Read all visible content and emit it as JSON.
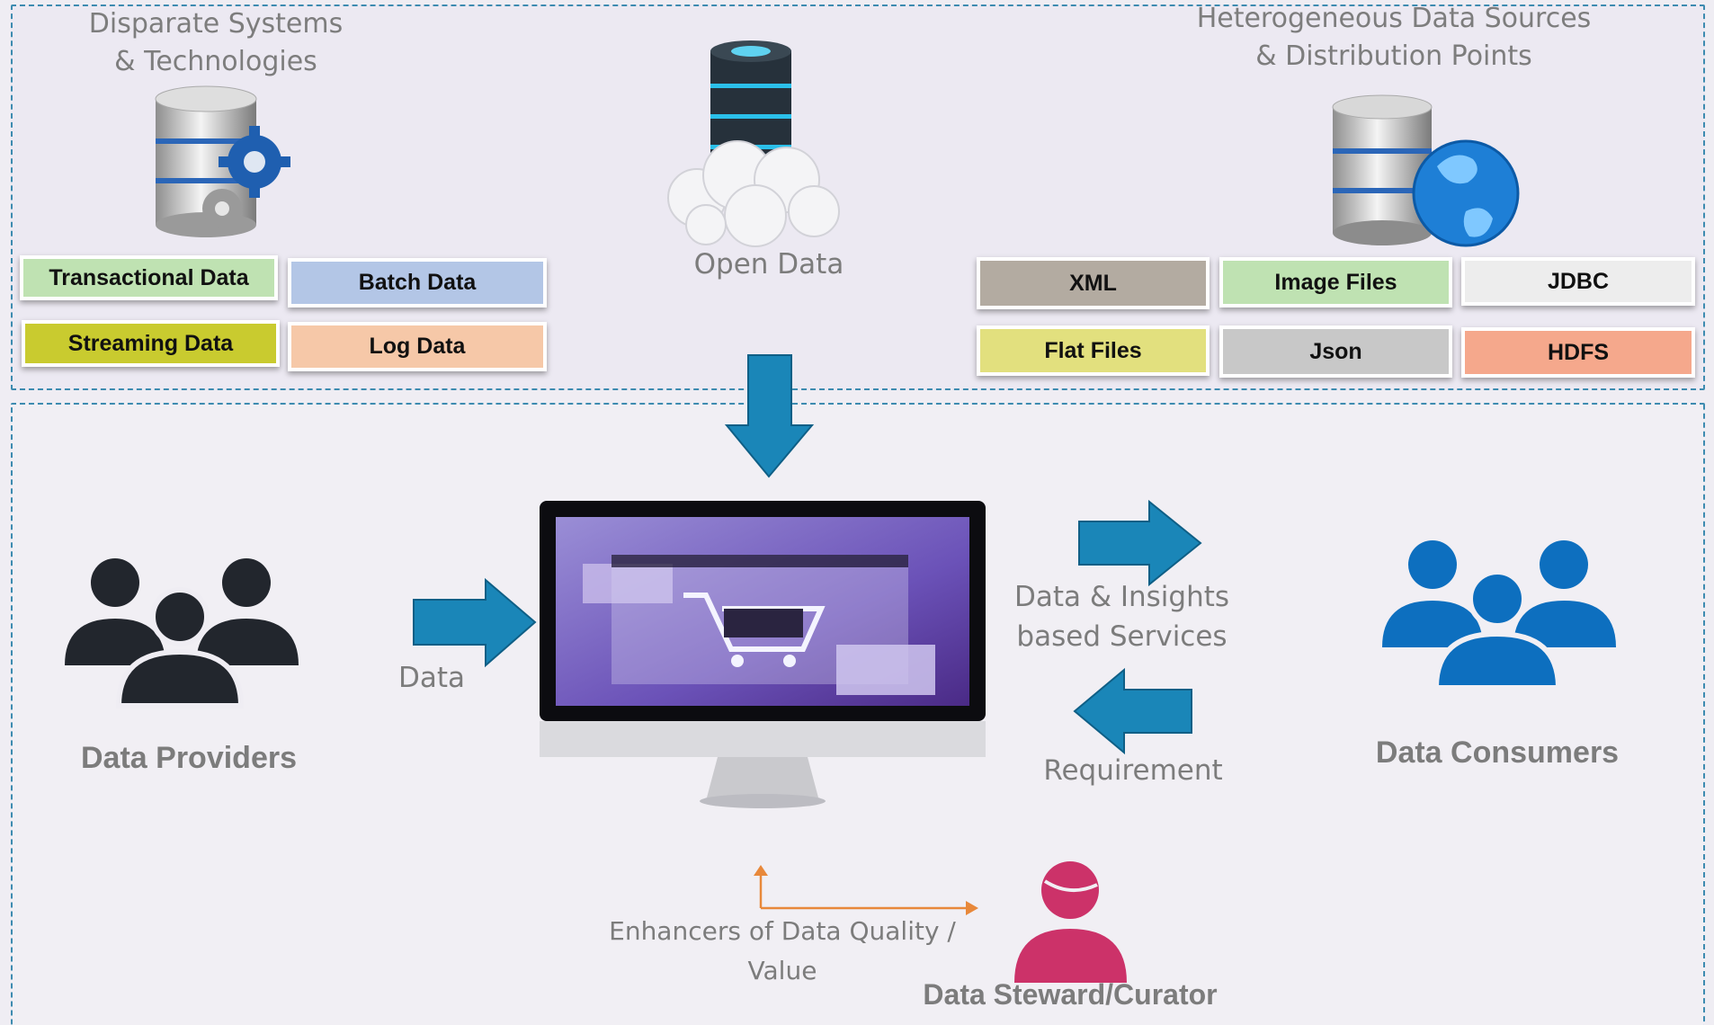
{
  "top_left": {
    "heading_line1": "Disparate Systems",
    "heading_line2": "&  Technologies",
    "tags": [
      {
        "label": "Transactional Data",
        "color": "#bfe2b2"
      },
      {
        "label": "Batch Data",
        "color": "#b3c6e6"
      },
      {
        "label": "Streaming Data",
        "color": "#c9cb2f"
      },
      {
        "label": "Log Data",
        "color": "#f6c8a8"
      }
    ]
  },
  "top_center": {
    "label": "Open Data"
  },
  "top_right": {
    "heading_line1": "Heterogeneous Data Sources",
    "heading_line2": "& Distribution Points",
    "tags": [
      {
        "label": "XML",
        "color": "#b3aba1"
      },
      {
        "label": "Image Files",
        "color": "#bfe2b2"
      },
      {
        "label": "JDBC",
        "color": "#ededed"
      },
      {
        "label": "Flat Files",
        "color": "#e2e07e"
      },
      {
        "label": "Json",
        "color": "#c8c8c8"
      },
      {
        "label": "HDFS",
        "color": "#f5a88c"
      }
    ]
  },
  "flow": {
    "data_label": "Data",
    "services_line1": "Data & Insights",
    "services_line2": "based Services",
    "requirement_label": "Requirement",
    "enhancers_label": "Enhancers of Data Quality / Value"
  },
  "actors": {
    "providers": "Data Providers",
    "consumers": "Data Consumers",
    "steward": "Data Steward/Curator"
  },
  "colors": {
    "arrow": "#1a86b8",
    "providers_icon": "#22262d",
    "consumers_icon": "#0d6fbf",
    "steward_icon": "#cc3269",
    "enhancer_arrow": "#e8883a"
  }
}
